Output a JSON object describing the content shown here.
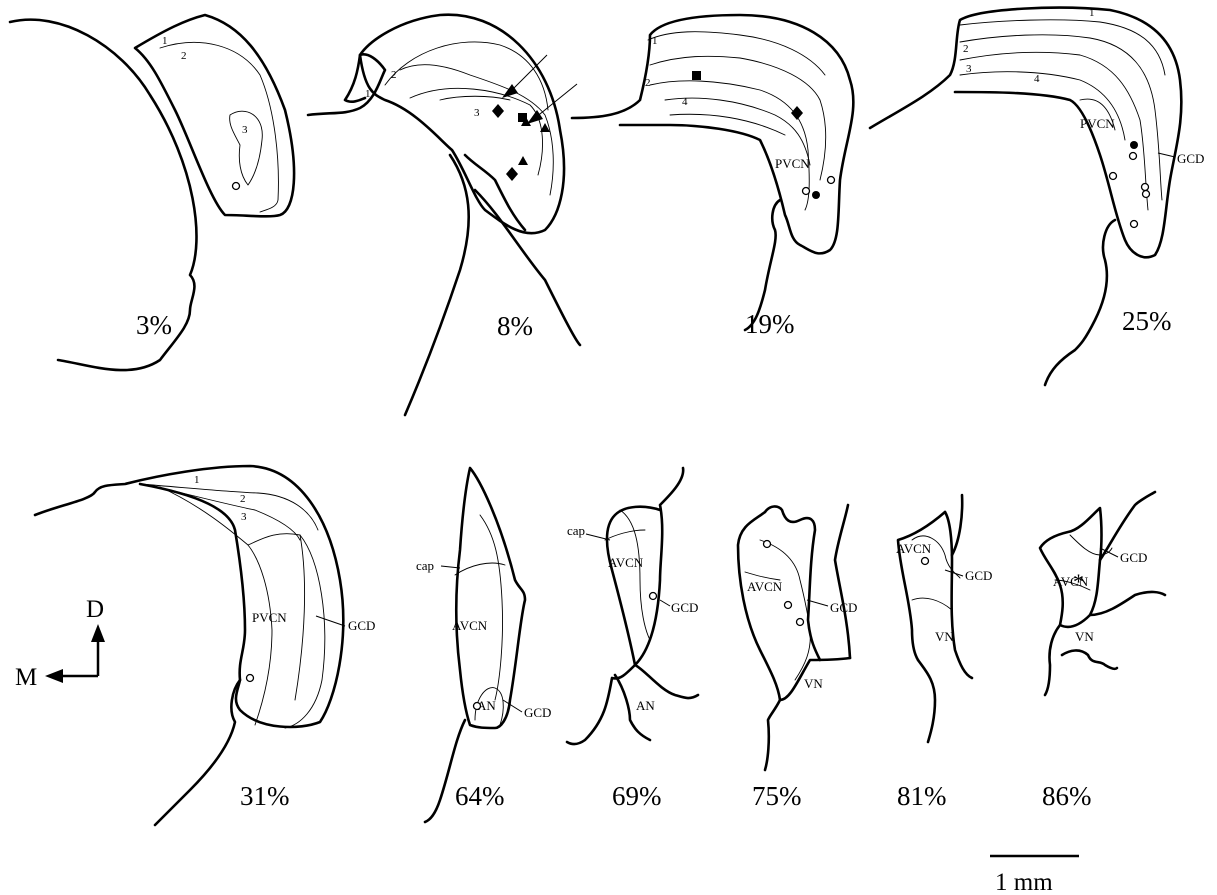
{
  "sections": [
    {
      "id": "s3",
      "percent": "3%",
      "regions": [
        "1",
        "2",
        "3"
      ]
    },
    {
      "id": "s8",
      "percent": "8%",
      "regions": [
        "1",
        "2",
        "3"
      ]
    },
    {
      "id": "s19",
      "percent": "19%",
      "regions": [
        "1",
        "2",
        "4",
        "PVCN"
      ]
    },
    {
      "id": "s25",
      "percent": "25%",
      "regions": [
        "1",
        "2",
        "3",
        "4",
        "PVCN",
        "GCD"
      ]
    },
    {
      "id": "s31",
      "percent": "31%",
      "regions": [
        "1",
        "2",
        "3",
        "PVCN",
        "GCD"
      ]
    },
    {
      "id": "s64",
      "percent": "64%",
      "regions": [
        "cap",
        "AVCN",
        "GCD",
        "AN"
      ]
    },
    {
      "id": "s69",
      "percent": "69%",
      "regions": [
        "cap",
        "AVCN",
        "GCD",
        "AN"
      ]
    },
    {
      "id": "s75",
      "percent": "75%",
      "regions": [
        "AVCN",
        "GCD",
        "VN"
      ]
    },
    {
      "id": "s81",
      "percent": "81%",
      "regions": [
        "AVCN",
        "GCD",
        "VN"
      ]
    },
    {
      "id": "s86",
      "percent": "86%",
      "regions": [
        "AVCN",
        "GCD",
        "VN"
      ]
    }
  ],
  "orientation": {
    "dorsal": "D",
    "medial": "M"
  },
  "scale_bar": {
    "label": "1 mm"
  },
  "marker_legend": {
    "open-circle": "open circle",
    "filled-circle": "filled circle",
    "filled-square": "filled square",
    "filled-diamond": "filled diamond",
    "filled-triangle": "filled triangle",
    "asterisk": "*"
  }
}
